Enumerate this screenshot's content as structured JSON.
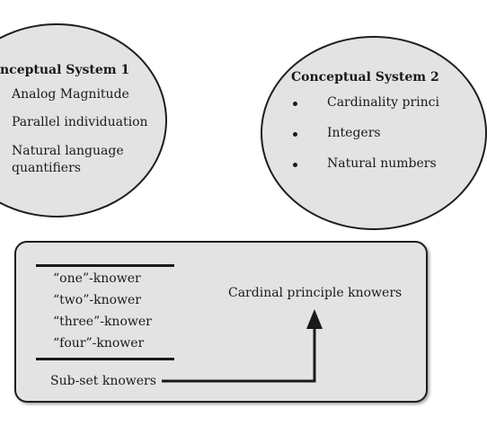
{
  "system1": {
    "title": "nceptual System 1",
    "items": [
      "Analog Magnitude",
      "Parallel individuation",
      "Natural language",
      "quantifiers"
    ]
  },
  "system2": {
    "title": "Conceptual System 2",
    "items": [
      "Cardinality princi",
      "Integers",
      "Natural numbers"
    ]
  },
  "knowers": {
    "subset_items": [
      "“one”-knower",
      "“two”-knower",
      "“three”-knower",
      "“four”-knower"
    ],
    "subset_label": "Sub-set knowers",
    "cp_label": "Cardinal principle knowers"
  },
  "colors": {
    "fill": "#e3e3e3",
    "stroke": "#1e1e1e"
  }
}
